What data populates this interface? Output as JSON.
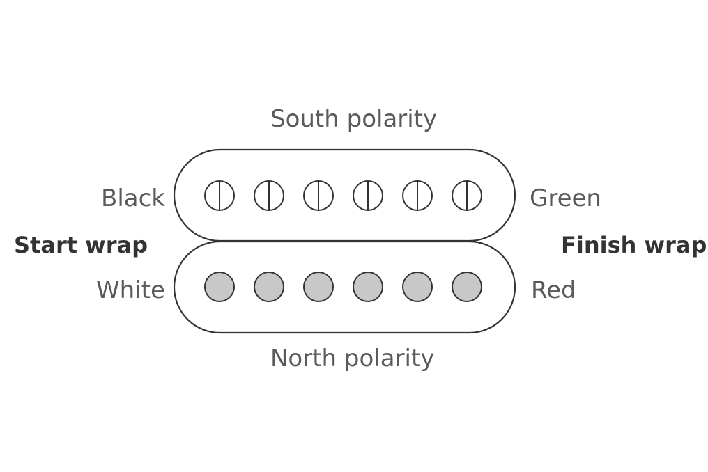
{
  "labels": {
    "top": "South polarity",
    "bottom": "North polarity",
    "upper_left": "Black",
    "upper_right": "Green",
    "lower_left": "White",
    "lower_right": "Red",
    "left_side": "Start wrap",
    "right_side": "Finish wrap"
  },
  "coils": [
    {
      "name": "south",
      "pole_count": 6,
      "pole_style": "slotted"
    },
    {
      "name": "north",
      "pole_count": 6,
      "pole_style": "solid"
    }
  ],
  "colors": {
    "outline": "#333333",
    "solid_pole_fill": "#c8c8c8"
  }
}
